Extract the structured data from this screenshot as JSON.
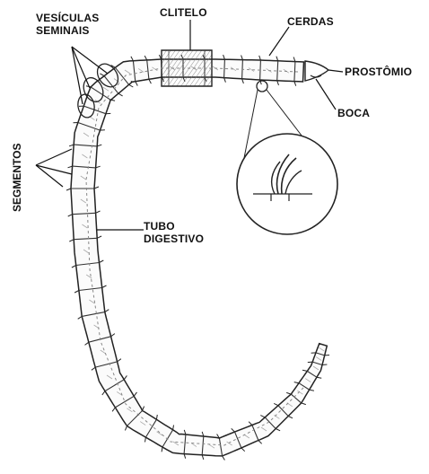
{
  "labels": {
    "vesiculas_line1": "VESÍCULAS",
    "vesiculas_line2": "SEMINAIS",
    "clitelo": "CLITELO",
    "cerdas": "CERDAS",
    "prostomio": "PROSTÔMIO",
    "boca": "BOCA",
    "segmentos": "SEGMENTOS",
    "tubo_line1": "TUBO",
    "tubo_line2": "DIGESTIVO"
  }
}
